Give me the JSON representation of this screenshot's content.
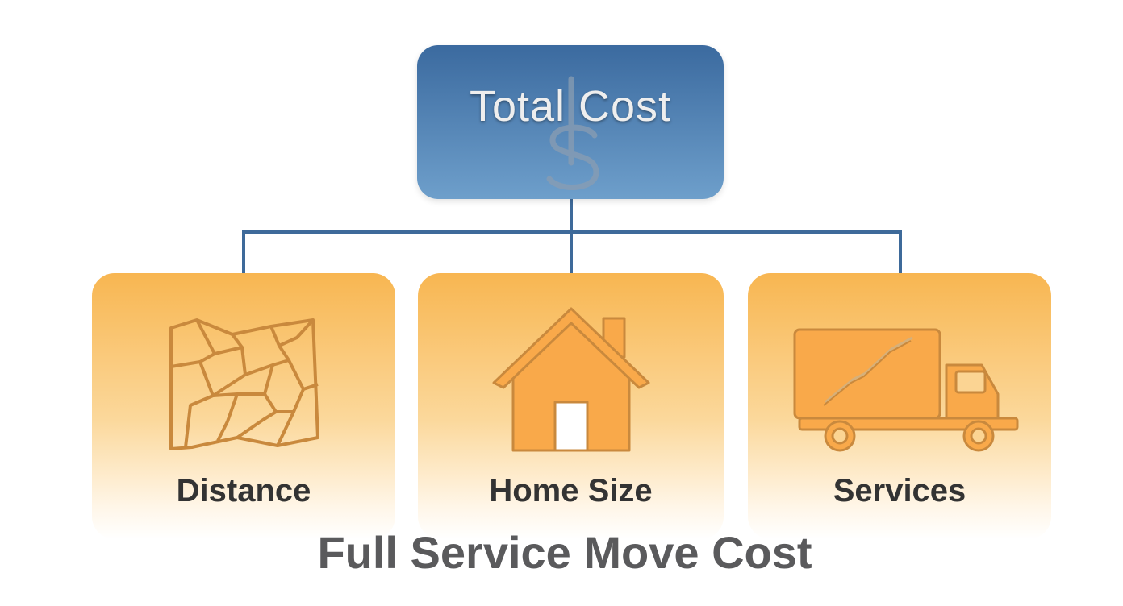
{
  "diagram": {
    "root": {
      "label": "Total Cost",
      "icon": "dollar-sign-icon",
      "color": "#3b6a9f"
    },
    "children": [
      {
        "label": "Distance",
        "icon": "map-icon"
      },
      {
        "label": "Home Size",
        "icon": "house-icon"
      },
      {
        "label": "Services",
        "icon": "truck-icon"
      }
    ],
    "caption": "Full Service Move Cost",
    "colors": {
      "connector": "#3e6a9a",
      "card_top": "#f8b651",
      "icon_fill": "#f9a94a",
      "icon_stroke": "#c9893d",
      "label_text": "#333333",
      "caption_text": "#5a5a5c"
    }
  }
}
